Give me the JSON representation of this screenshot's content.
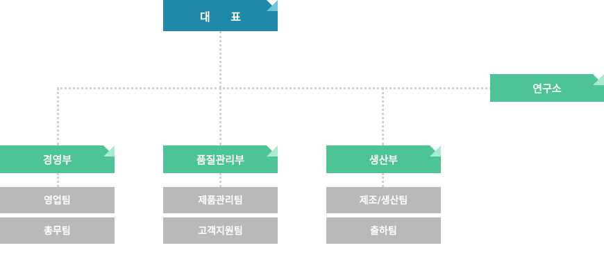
{
  "chart": {
    "ceo": "대 표",
    "lab": "연구소",
    "departments": [
      {
        "name": "경영부",
        "teams": [
          "영업팀",
          "총무팀"
        ]
      },
      {
        "name": "품질관리부",
        "teams": [
          "제품관리팀",
          "고객지원팀"
        ]
      },
      {
        "name": "생산부",
        "teams": [
          "제조/생산팀",
          "출하팀"
        ]
      }
    ]
  },
  "colors": {
    "ceo": "#1f89a8",
    "department": "#4cc496",
    "team": "#b9b9b9",
    "connector": "#d2d2d2"
  }
}
